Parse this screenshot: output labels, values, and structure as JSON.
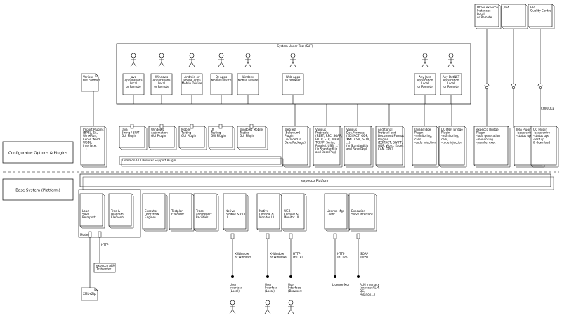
{
  "layers": {
    "configurable": "Configurable Options & Plugins",
    "base": "Base System (Platform)"
  },
  "sut": {
    "title": "System Under Test (SUT)",
    "apps": [
      {
        "lines": [
          "Java",
          "Applications",
          "",
          "Local",
          "or Remote"
        ]
      },
      {
        "lines": [
          "Windows",
          "Applications",
          "",
          "Local",
          "or Remote"
        ]
      },
      {
        "lines": [
          "Android or",
          "iPhone Apps",
          "",
          "Mobile Device"
        ]
      },
      {
        "lines": [
          "Qt Apps",
          "",
          "Mobile Device"
        ]
      },
      {
        "lines": [
          "Windows",
          "",
          "Mobile Device"
        ]
      },
      {
        "lines": [
          "Web Apps",
          "(in Browser)"
        ]
      },
      {
        "lines": [
          "Any Java",
          "Application",
          "",
          "Local",
          "or Remote"
        ]
      },
      {
        "lines": [
          "Any DotNET",
          "Application",
          "",
          "Local",
          "or Remote"
        ]
      }
    ]
  },
  "external": [
    {
      "lines": [
        "Other expecco",
        "Instances",
        "",
        "Local",
        "or Remote"
      ]
    },
    {
      "lines": [
        "JIRA"
      ]
    },
    {
      "lines": [
        "HP",
        "Quality Centre"
      ]
    }
  ],
  "protocol_label": "COM/OLE",
  "file_formats": {
    "lines": [
      "Various",
      "File Formats"
    ]
  },
  "plugins": [
    {
      "lines": [
        "Import Plugins",
        "",
        "(BPEL, EA,",
        "WinMRun,",
        "Excel, Word,",
        "WSDL,",
        "Interface,",
        "...)"
      ]
    },
    {
      "lines": [
        "Java",
        "Swing / SWT",
        "",
        "GUI Plugin"
      ]
    },
    {
      "lines": [
        "Windows",
        "Automation",
        "",
        "GUI Plugin"
      ]
    },
    {
      "lines": [
        "Mobile",
        "Testing",
        "",
        "GUI Plugin"
      ]
    },
    {
      "lines": [
        "Qt",
        "Testing",
        "",
        "GUI Plugin"
      ]
    },
    {
      "lines": [
        "Windows Mobile",
        "Testing",
        "",
        "GUI Plugin"
      ]
    },
    {
      "lines": [
        "WebTest",
        "(Selenium)",
        "",
        "Plugin",
        "",
        "(included in",
        "Base Package)"
      ]
    },
    {
      "lines": [
        "Various",
        "Protocols",
        "",
        "(REST, RPC, SOAP,",
        "HTTP, FTP, IMAP,",
        "TCP/IP, Serial,",
        "Parallel, USB, ...)",
        "",
        "(in StandardLib",
        "and Base Pkg)"
      ]
    },
    {
      "lines": [
        "Various",
        "Doc.Formats",
        "",
        "(EDIFACT, ODF,",
        "XML, CSV, JSON,",
        "...)",
        "",
        "(in StandardLib",
        "and Base Pkg)"
      ]
    },
    {
      "lines": [
        "Additional",
        "Protocol and",
        "Document Format",
        "Plugins",
        "",
        "(EDIFACT, SWIFT,",
        "ODF, Word, Excel,",
        "CAN, OPC)"
      ]
    },
    {
      "lines": [
        "Java Bridge",
        "Plugin",
        "",
        "-monitoring,",
        "calls,",
        "-code injection"
      ]
    },
    {
      "lines": [
        "DOTNet Bridge",
        "Plugin",
        "",
        "-monitoring,",
        "calls,",
        "-code injection"
      ]
    },
    {
      "lines": [
        "expecco Bridge",
        "Plugin",
        "",
        "-load generation",
        "-monitoring",
        "-parallel exec"
      ]
    },
    {
      "lines": [
        "JIRA Plugin",
        "",
        "-issue entry",
        "-status upd"
      ]
    },
    {
      "lines": [
        "QC Plugin",
        "",
        "-issue entry",
        "-status upd",
        "-test up",
        "& download"
      ]
    }
  ],
  "common_gui": "Common GUI Browser Support Plugin",
  "platform": "expecco Platform",
  "base_modules": [
    {
      "lines": [
        "Load",
        "Save",
        "Reimport"
      ]
    },
    {
      "lines": [
        "Tree &",
        "Diagram",
        "Elements"
      ]
    },
    {
      "lines": [
        "Executor",
        "(Workflow",
        "Engine)"
      ]
    },
    {
      "lines": [
        "Testplan",
        "Executor"
      ]
    },
    {
      "lines": [
        "Trace",
        "and Report",
        "Facilities"
      ]
    },
    {
      "lines": [
        "Native",
        "Browse & GUI",
        "UI"
      ]
    },
    {
      "lines": [
        "Native",
        "Console &",
        "Monitor UI"
      ]
    },
    {
      "lines": [
        "WEB",
        "Console &",
        "Monitor UI"
      ]
    },
    {
      "lines": [
        "License Mgr",
        "Client"
      ]
    },
    {
      "lines": [
        "Execution",
        "Slave Interface"
      ]
    }
  ],
  "model_label": "Model",
  "http_label": "HTTP",
  "alm": {
    "lines": [
      "expecco ALM",
      "Testcenter"
    ]
  },
  "xmlzip": "XML+Zip",
  "connections": [
    {
      "lines": [
        "X-Window",
        "or Windows"
      ]
    },
    {
      "lines": [
        "X-Window",
        "or Windows"
      ]
    },
    {
      "lines": [
        "HTTP",
        "(HTTP)"
      ]
    },
    {
      "lines": [
        "HTTP",
        "/HTTPS"
      ]
    },
    {
      "lines": [
        "SOAP",
        "/REST"
      ]
    }
  ],
  "endpoints": [
    {
      "lines": [
        "User",
        "Interface",
        "(Local)"
      ]
    },
    {
      "lines": [
        "User",
        "Interface",
        "(Local)"
      ]
    },
    {
      "lines": [
        "User",
        "Interface",
        "(Browser)"
      ]
    },
    {
      "lines": [
        "License Mgr"
      ]
    },
    {
      "lines": [
        "ALM Interface",
        "(expeccoALM,",
        "QC,",
        "Polarion...)"
      ]
    }
  ]
}
